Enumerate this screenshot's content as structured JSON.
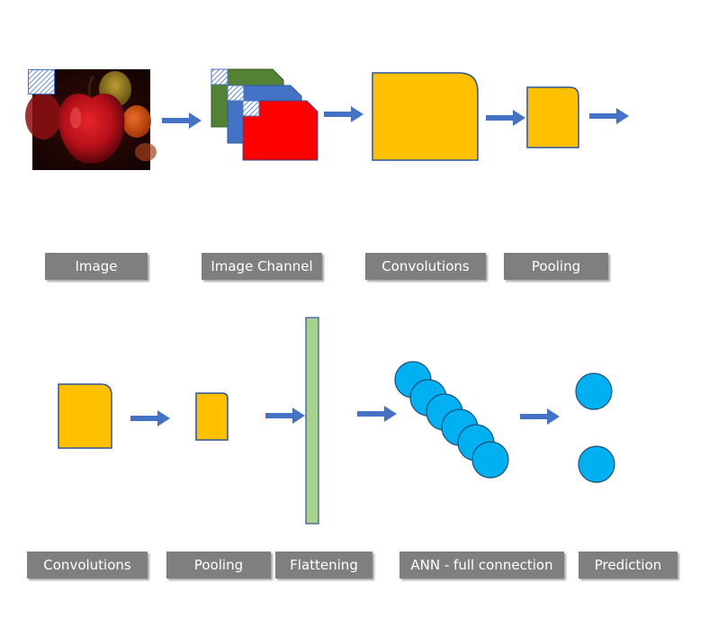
{
  "labels": {
    "image": "Image",
    "image_channel": "Image Channel",
    "convolutions_top": "Convolutions",
    "pooling_top": "Pooling",
    "convolutions_bottom": "Convolutions",
    "pooling_bottom": "Pooling",
    "flattening": "Flattening",
    "ann": "ANN - full connection",
    "prediction": "Prediction"
  },
  "colors": {
    "arrow": "#4472c4",
    "feature_map": "#ffc000",
    "feature_map_border": "#2f5597",
    "channel_green": "#548235",
    "channel_blue": "#4472c4",
    "channel_red": "#ff0000",
    "flatten": "#a9d18e",
    "neuron": "#00b0f0",
    "neuron_border": "#1f4e79",
    "label_bg": "#7f7f7f",
    "hatch": "#4472c4"
  },
  "icons": {
    "image_thumbnail": "apple-photo-icon",
    "filter_patch": "hatched-filter-icon"
  }
}
